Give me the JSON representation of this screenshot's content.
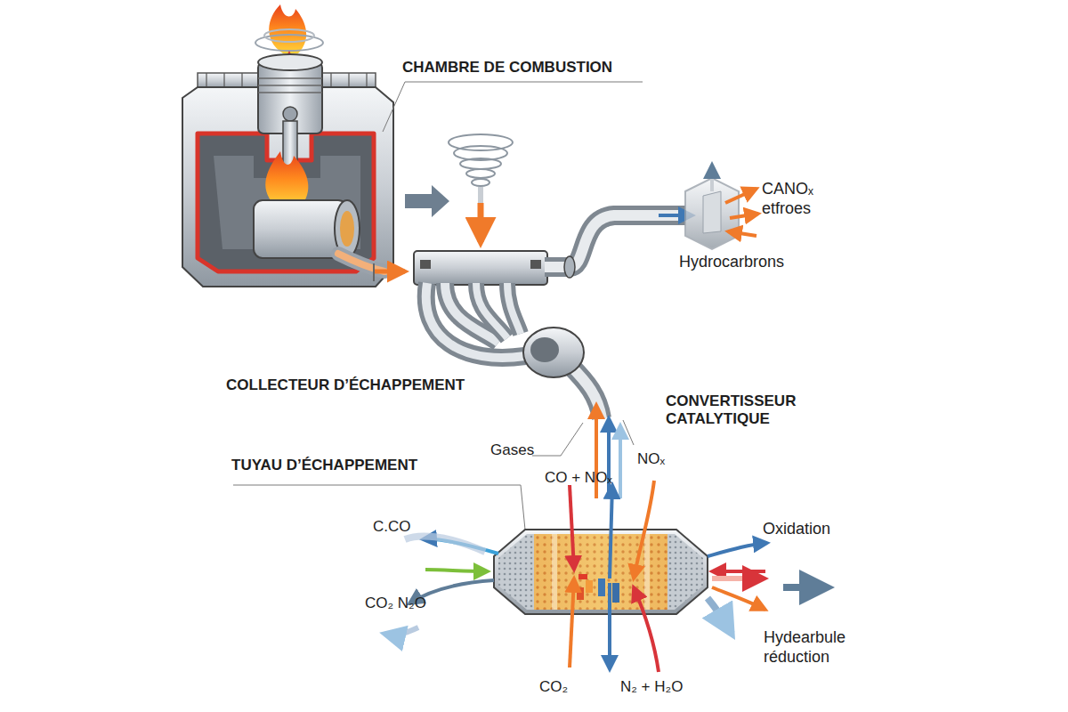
{
  "diagram": {
    "labels": [
      "CHAMBRE DE COMBUSTION",
      "CANOₓ etfroes",
      "Hydrocarbrons",
      "COLLECTEUR D’ÉCHAPPEMENT",
      "CONVERTISSEUR CATALYTIQUE",
      "Gases",
      "NOₓ",
      "CO + NOₓ",
      "TUYAU D’ÉCHAPPEMENT",
      "C.CO",
      "Oxidation",
      "CO₂ N₂O",
      "Hydearbule réduction",
      "CO₂",
      "N₂ + H₂O"
    ]
  }
}
